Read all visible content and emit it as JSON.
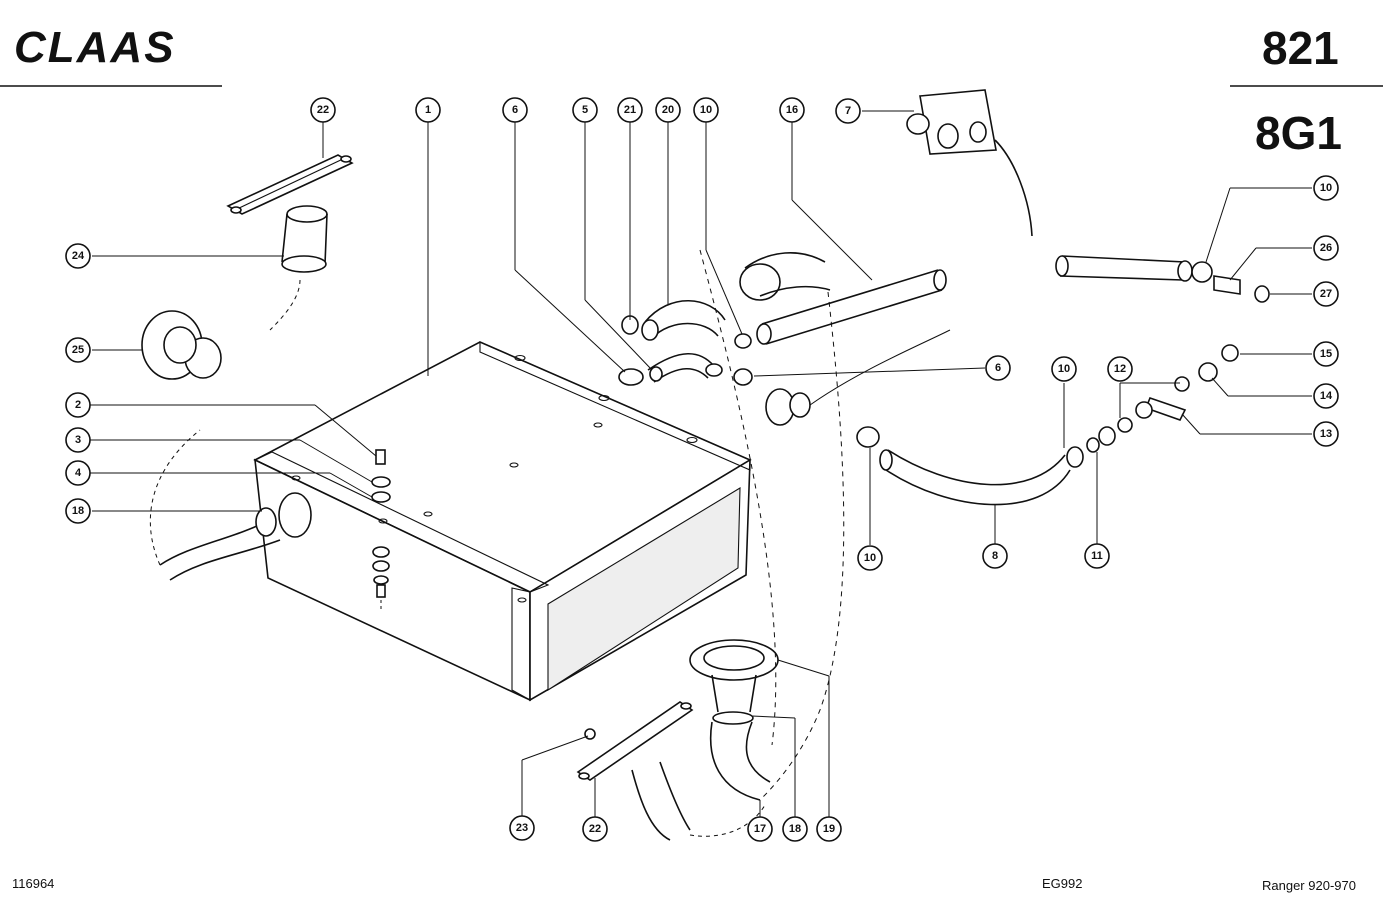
{
  "header": {
    "brand": "CLAAS",
    "page_number": "821",
    "group_code": "8G1"
  },
  "footer": {
    "drawing_number": "116964",
    "reference_code": "EG992",
    "model": "Ranger 920-970"
  },
  "callouts": [
    {
      "id": "c22a",
      "label": "22"
    },
    {
      "id": "c1",
      "label": "1"
    },
    {
      "id": "c6a",
      "label": "6"
    },
    {
      "id": "c5",
      "label": "5"
    },
    {
      "id": "c21",
      "label": "21"
    },
    {
      "id": "c20",
      "label": "20"
    },
    {
      "id": "c10a",
      "label": "10"
    },
    {
      "id": "c16",
      "label": "16"
    },
    {
      "id": "c7",
      "label": "7"
    },
    {
      "id": "c10b",
      "label": "10"
    },
    {
      "id": "c26",
      "label": "26"
    },
    {
      "id": "c27",
      "label": "27"
    },
    {
      "id": "c24",
      "label": "24"
    },
    {
      "id": "c25",
      "label": "25"
    },
    {
      "id": "c15",
      "label": "15"
    },
    {
      "id": "c6b",
      "label": "6"
    },
    {
      "id": "c10c",
      "label": "10"
    },
    {
      "id": "c12",
      "label": "12"
    },
    {
      "id": "c14",
      "label": "14"
    },
    {
      "id": "c2",
      "label": "2"
    },
    {
      "id": "c13",
      "label": "13"
    },
    {
      "id": "c3",
      "label": "3"
    },
    {
      "id": "c4",
      "label": "4"
    },
    {
      "id": "c18a",
      "label": "18"
    },
    {
      "id": "c10d",
      "label": "10"
    },
    {
      "id": "c8",
      "label": "8"
    },
    {
      "id": "c11",
      "label": "11"
    },
    {
      "id": "c23",
      "label": "23"
    },
    {
      "id": "c22b",
      "label": "22"
    },
    {
      "id": "c17",
      "label": "17"
    },
    {
      "id": "c18b",
      "label": "18"
    },
    {
      "id": "c19",
      "label": "19"
    }
  ]
}
